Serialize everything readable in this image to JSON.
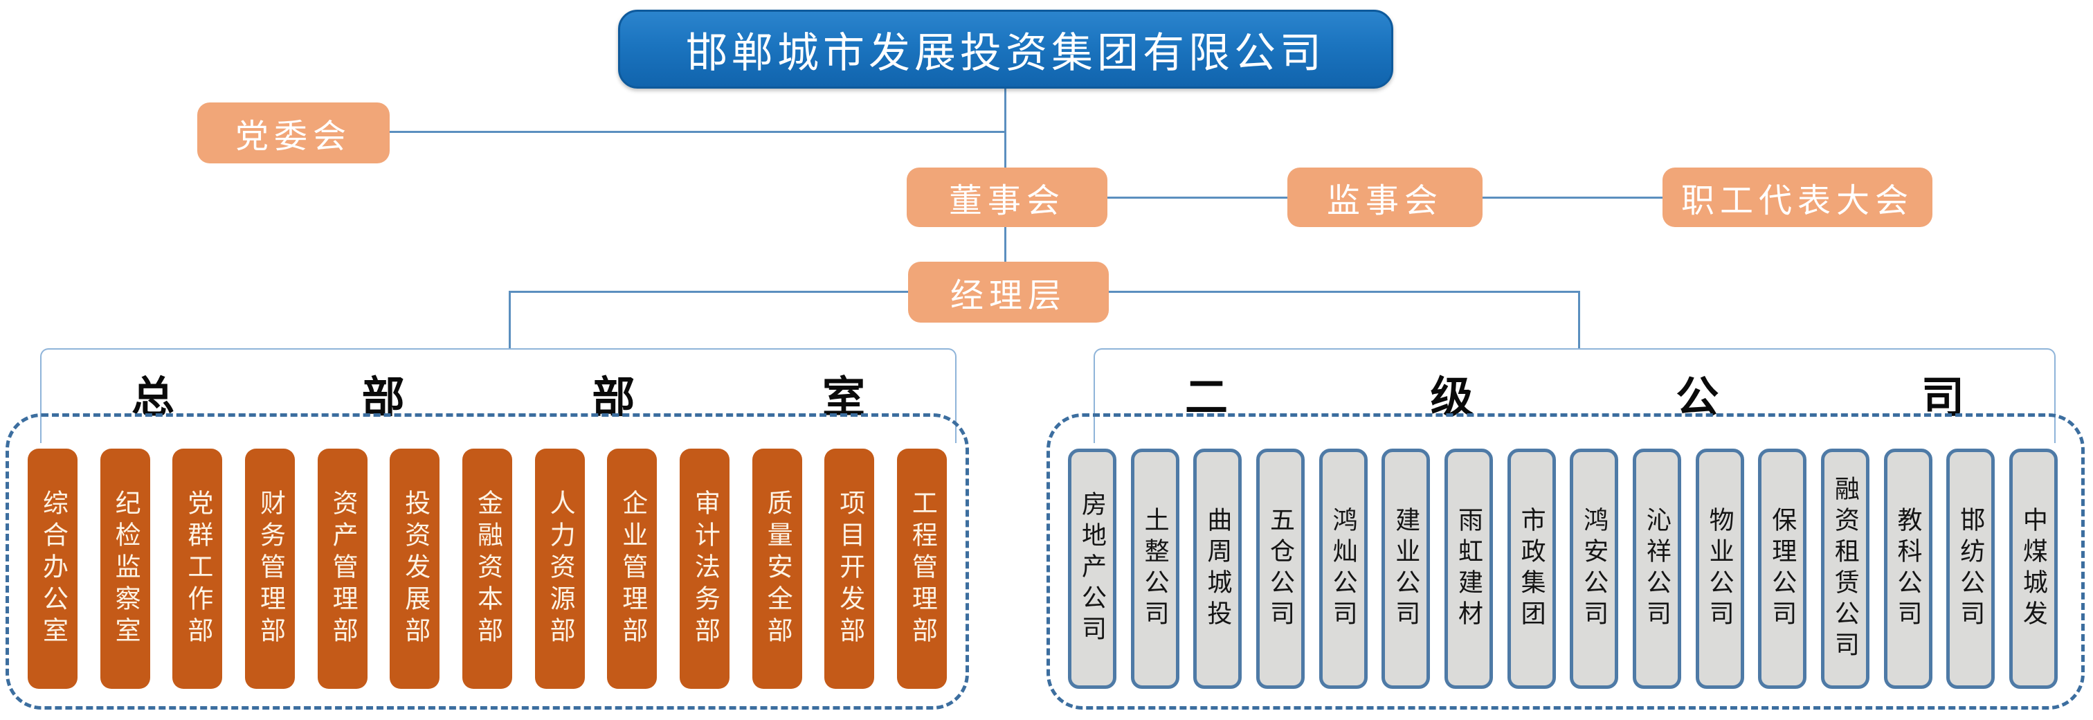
{
  "title": "邯郸城市发展投资集团有限公司",
  "governance": {
    "party_committee": "党委会",
    "board_of_directors": "董事会",
    "supervisory_board": "监事会",
    "workers_congress": "职工代表大会",
    "management_team": "经理层"
  },
  "headquarters": {
    "title": "总部部室",
    "title_chars": [
      "总",
      "部",
      "部",
      "室"
    ],
    "departments": [
      "综合办公室",
      "纪检监察室",
      "党群工作部",
      "财务管理部",
      "资产管理部",
      "投资发展部",
      "金融资本部",
      "人力资源部",
      "企业管理部",
      "审计法务部",
      "质量安全部",
      "项目开发部",
      "工程管理部"
    ]
  },
  "subsidiaries": {
    "title": "二级公司",
    "title_chars": [
      "二",
      "级",
      "公",
      "司"
    ],
    "companies": [
      "房地产公司",
      "土整公司",
      "曲周城投",
      "五仓公司",
      "鸿灿公司",
      "建业公司",
      "雨虹建材",
      "市政集团",
      "鸿安公司",
      "沁祥公司",
      "物业公司",
      "保理公司",
      "融资租赁公司",
      "教科公司",
      "邯纺公司",
      "中煤城发"
    ]
  },
  "colors": {
    "blue": "#1B74BF",
    "blue-dark": "#0E5A9C",
    "peach": "#F1A678",
    "orange": "#C45A18",
    "grayfill": "#DBDBD9",
    "steel": "#4E7AA6",
    "line": "#5B8FBF",
    "dashed": "#3C6E9F",
    "headerborder": "#8FB4D9"
  }
}
